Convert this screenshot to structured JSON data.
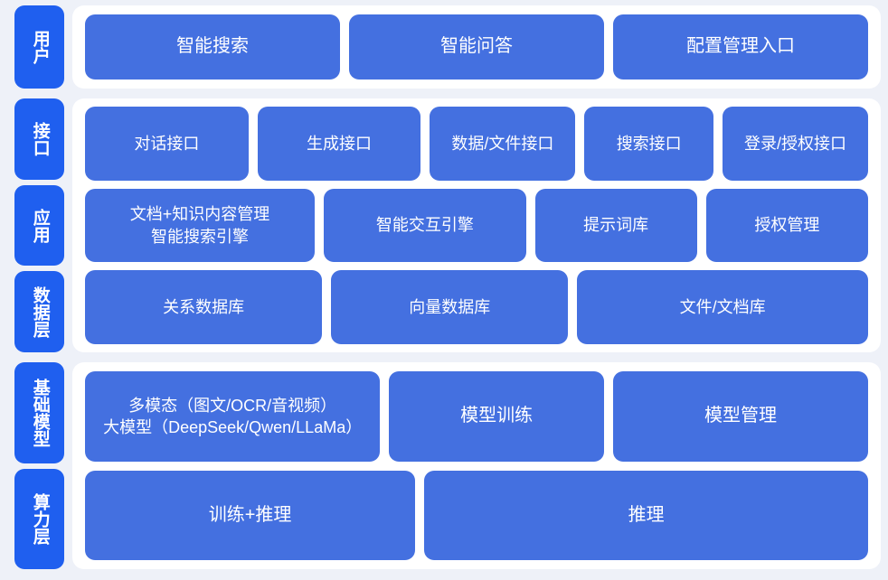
{
  "theme": {
    "background": "#eef1f8",
    "panel": "#ffffff",
    "box_blue": "#4470e0",
    "chip_blue": "#1f5fef",
    "text": "#ffffff"
  },
  "bands": [
    {
      "name": "user-band",
      "labels": [
        "用户"
      ],
      "rows": [
        {
          "name": "user-row",
          "boxes": [
            {
              "label": "智能搜索",
              "flex": 1
            },
            {
              "label": "智能问答",
              "flex": 1
            },
            {
              "label": "配置管理入口",
              "flex": 1
            }
          ]
        }
      ]
    },
    {
      "name": "middle-band",
      "labels": [
        "接口",
        "应用",
        "数据层"
      ],
      "rows": [
        {
          "name": "interface-row",
          "boxes": [
            {
              "label": "对话接口",
              "flex": 100
            },
            {
              "label": "生成接口",
              "flex": 100
            },
            {
              "label": "数据/文件接口",
              "flex": 88
            },
            {
              "label": "搜索接口",
              "flex": 77
            },
            {
              "label": "登录/授权接口",
              "flex": 88
            }
          ]
        },
        {
          "name": "application-row",
          "boxes": [
            {
              "label": "文档+知识内容管理\n智能搜索引擎",
              "flex": 124,
              "multiline": true
            },
            {
              "label": "智能交互引擎",
              "flex": 108
            },
            {
              "label": "提示词库",
              "flex": 85
            },
            {
              "label": "授权管理",
              "flex": 85
            }
          ]
        },
        {
          "name": "data-row",
          "boxes": [
            {
              "label": "关系数据库",
              "flex": 124
            },
            {
              "label": "向量数据库",
              "flex": 124
            },
            {
              "label": "文件/文档库",
              "flex": 154
            }
          ]
        }
      ]
    },
    {
      "name": "base-band",
      "labels": [
        "基础模型",
        "算力层"
      ],
      "rows": [
        {
          "name": "foundation-model-row",
          "boxes": [
            {
              "label": "多模态（图文/OCR/音视频）\n大模型（DeepSeek/Qwen/LLaMa）",
              "flex": 140,
              "multiline": true
            },
            {
              "label": "模型训练",
              "flex": 100
            },
            {
              "label": "模型管理",
              "flex": 120
            }
          ]
        },
        {
          "name": "compute-row",
          "boxes": [
            {
              "label": "训练+推理",
              "flex": 100
            },
            {
              "label": "推理",
              "flex": 136
            }
          ]
        }
      ]
    }
  ]
}
